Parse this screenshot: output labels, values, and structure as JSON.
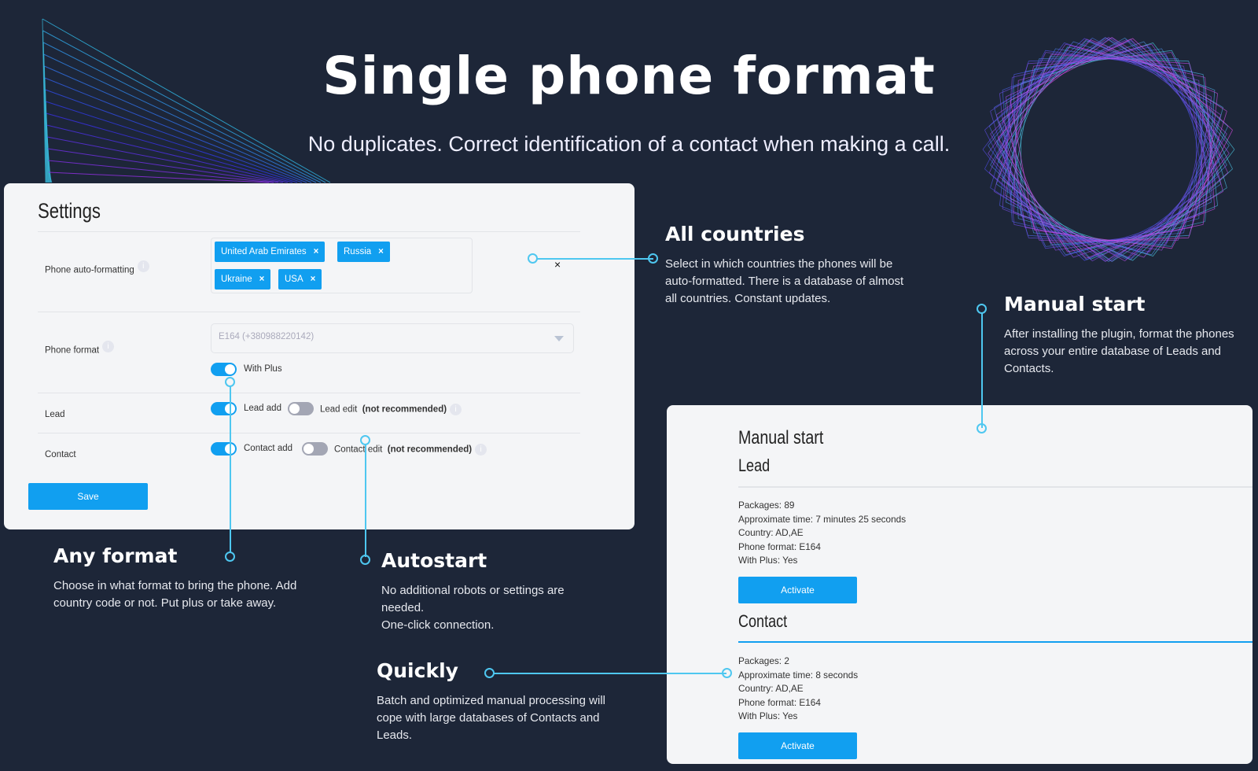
{
  "header": {
    "title": "Single phone format",
    "subtitle": "No duplicates. Correct identification of a contact when making a call."
  },
  "settings": {
    "title": "Settings",
    "auto_formatting_label": "Phone auto-formatting",
    "countries": [
      "United Arab Emirates",
      "Russia",
      "Ukraine",
      "USA"
    ],
    "remove_glyph": "×",
    "clear_glyph": "×",
    "info_glyph": "i",
    "phone_format_label": "Phone format",
    "phone_format_value": "E164 (+380988220142)",
    "with_plus_label": "With Plus",
    "with_plus": true,
    "lead_label": "Lead",
    "lead_add_label": "Lead add",
    "lead_add": true,
    "lead_edit_label": "Lead edit",
    "lead_edit": false,
    "not_recommended": "(not recommended)",
    "contact_label": "Contact",
    "contact_add_label": "Contact add",
    "contact_add": true,
    "contact_edit_label": "Contact edit",
    "contact_edit": false,
    "save": "Save"
  },
  "annotations": {
    "all_countries": {
      "title": "All countries",
      "text": "Select in which countries the phones will be auto-formatted. There is a database of almost all countries. Constant updates."
    },
    "manual_start": {
      "title": "Manual start",
      "text": "After installing the plugin, format the phones across your entire database of Leads and Contacts."
    },
    "any_format": {
      "title": "Any format",
      "text": "Choose in what format to bring the phone. Add country code or not. Put plus or take away."
    },
    "autostart": {
      "title": "Autostart",
      "text1": "No additional robots or settings are needed.",
      "text2": "One-click connection."
    },
    "quickly": {
      "title": "Quickly",
      "text": "Batch and optimized manual processing will cope with large databases of Contacts and Leads."
    }
  },
  "manual": {
    "title": "Manual start",
    "lead": {
      "title": "Lead",
      "lines": [
        "Packages: 89",
        "Approximate time: 7 minutes 25 seconds",
        "Country: AD,AE",
        "Phone format: E164",
        "With Plus: Yes"
      ],
      "button": "Activate"
    },
    "contact": {
      "title": "Contact",
      "lines": [
        "Packages: 2",
        "Approximate time: 8 seconds",
        "Country: AD,AE",
        "Phone format: E164",
        "With Plus: Yes"
      ],
      "button": "Activate"
    }
  },
  "colors": {
    "background": "#1d2638",
    "accent": "#119ff0",
    "connector": "#4ec7f0"
  }
}
